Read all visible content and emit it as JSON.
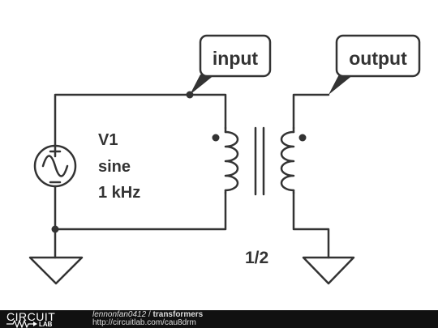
{
  "labels": {
    "input_tag": "input",
    "output_tag": "output",
    "source_name": "V1",
    "source_type": "sine",
    "source_freq": "1 kHz",
    "turns_ratio": "1/2"
  },
  "footer": {
    "logo_top": "CIRCUIT",
    "logo_bottom": "LAB",
    "user": "lennonfan0412",
    "separator": " / ",
    "title": "transformers",
    "url": "http://circuitlab.com/cau8drm"
  },
  "colors": {
    "ink": "#333333",
    "footer_bg": "#111111",
    "background": "#ffffff"
  }
}
